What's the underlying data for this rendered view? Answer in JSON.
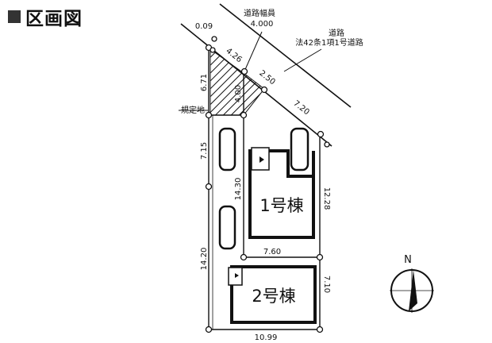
{
  "title": "区画図",
  "road": {
    "width_label": "道路幅員",
    "width_value": "4.000",
    "label": "道路",
    "type": "法42条1項1号道路"
  },
  "hatched_label": "規定地",
  "dimensions": {
    "d1": "0.09",
    "d2": "4.26",
    "d3": "2.50",
    "d4": "7.20",
    "d5": "6.71",
    "d6": "4.00",
    "d7": "7.15",
    "d8": "14.30",
    "d9": "12.28",
    "d10": "7.60",
    "d11": "14.20",
    "d12": "7.10",
    "d13": "10.99"
  },
  "buildings": [
    {
      "label": "1号棟"
    },
    {
      "label": "2号棟"
    }
  ],
  "compass": {
    "label": "N"
  }
}
